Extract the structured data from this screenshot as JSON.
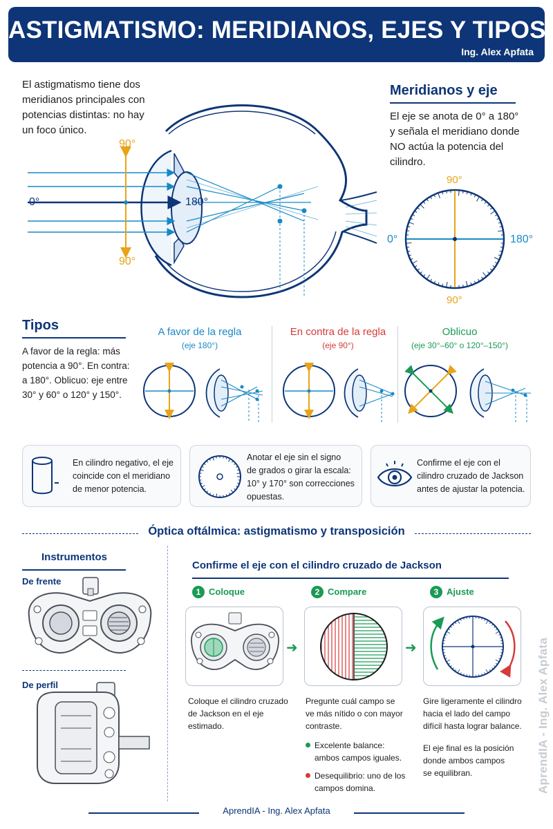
{
  "header": {
    "title": "ASTIGMATISMO: MERIDIANOS, EJES Y TIPOS",
    "author": "Ing. Alex Apfata"
  },
  "intro": {
    "line1": "El astigmatismo tiene dos",
    "line2": "meridianos principales con",
    "line3": "potencias distintas: no hay",
    "line4": "un foco único."
  },
  "eye_diagram": {
    "label_90_top": "90°",
    "label_90_bottom": "90°",
    "label_0": "0°",
    "label_180": "180°"
  },
  "meridianos": {
    "title": "Meridianos y eje",
    "line1": "El eje se anota de 0° a 180°",
    "line2": "y señala el meridiano donde",
    "line3": "NO actúa la potencia del",
    "line4": "cilindro.",
    "dial_top": "90°",
    "dial_bottom": "90°",
    "dial_left": "0°",
    "dial_right": "180°"
  },
  "tipos": {
    "title": "Tipos",
    "line1": "A favor de la regla: más",
    "line2": "potencia a 90°. En contra:",
    "line3": "a 180°. Oblicuo: eje entre",
    "line4": "30° y 60° o 120° y 150°.",
    "favor_title": "A favor de la regla",
    "favor_sub": "(eje 180°)",
    "contra_title": "En contra de la regla",
    "contra_sub": "(eje 90°)",
    "oblicuo_title": "Oblicuo",
    "oblicuo_sub": "(eje 30°–60° o 120°–150°)"
  },
  "cards": {
    "card1": {
      "l1": "En cilindro negativo, el eje",
      "l2": "coincide con el meridiano",
      "l3": "de menor potencia."
    },
    "card2": {
      "l1": "Anotar el eje sin el signo",
      "l2": "de grados o girar la escala:",
      "l3": "10° y 170° son correcciones",
      "l4": "opuestas."
    },
    "card3": {
      "l1": "Confirme el eje con el",
      "l2": "cilindro cruzado de Jackson",
      "l3": "antes de ajustar la potencia."
    }
  },
  "section": {
    "title": "Óptica oftálmica: astigmatismo y transposición"
  },
  "instrumentos": {
    "title": "Instrumentos",
    "front": "De frente",
    "side": "De perfil"
  },
  "jackson": {
    "title": "Confirme el eje con el cilindro cruzado de Jackson",
    "step1": {
      "num": "1",
      "label": "Coloque",
      "l1": "Coloque el cilindro cruzado",
      "l2": "de Jackson en el eje",
      "l3": "estimado."
    },
    "step2": {
      "num": "2",
      "label": "Compare",
      "l1": "Pregunte cuál campo se",
      "l2": "ve más nítido o con mayor",
      "l3": "contraste.",
      "ok1": "Excelente balance:",
      "ok2": "ambos campos iguales.",
      "bad1": "Desequilibrio: uno de los",
      "bad2": "campos domina."
    },
    "step3": {
      "num": "3",
      "label": "Ajuste",
      "l1": "Gire ligeramente el cilindro",
      "l2": "hacia el lado del campo",
      "l3": "difícil hasta lograr balance.",
      "l4": "El eje final es la posición",
      "l5": "donde ambos campos",
      "l6": "se equilibran."
    }
  },
  "footer": {
    "text": "AprendIA - Ing. Alex Apfata",
    "watermark": "AprendIA - Ing. Alex Apfata"
  },
  "colors": {
    "navy": "#0d3577",
    "blue": "#1689c6",
    "orange": "#e8a317",
    "red": "#d63a3a",
    "green": "#1a9a55"
  }
}
